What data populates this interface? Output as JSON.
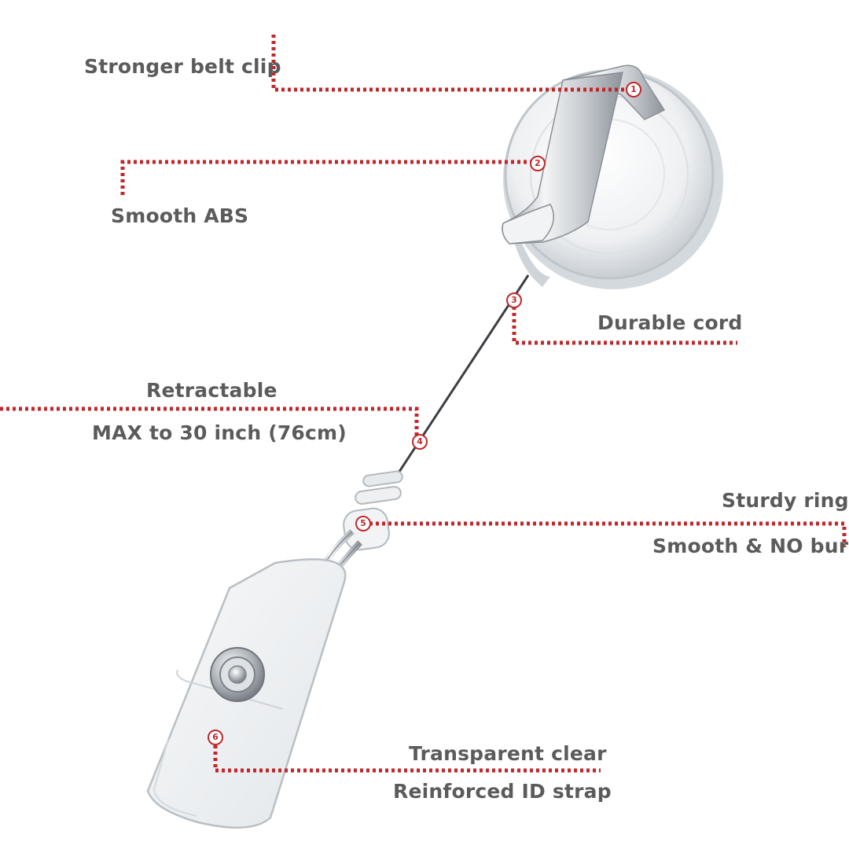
{
  "callouts": [
    {
      "number": "1",
      "lines": [
        "Stronger belt clip"
      ]
    },
    {
      "number": "2",
      "lines": [
        "Smooth ABS"
      ]
    },
    {
      "number": "3",
      "lines": [
        "Durable cord"
      ]
    },
    {
      "number": "4",
      "lines": [
        "Retractable",
        "MAX to 30 inch (76cm)"
      ]
    },
    {
      "number": "5",
      "lines": [
        "Sturdy ring",
        "Smooth & NO bur"
      ]
    },
    {
      "number": "6",
      "lines": [
        "Transparent clear",
        "Reinforced ID strap"
      ]
    }
  ],
  "colors": {
    "leader": "#c0282b",
    "text": "#5b5b5b",
    "metal": "#cfd3d8",
    "plastic": "#e9ecef"
  }
}
